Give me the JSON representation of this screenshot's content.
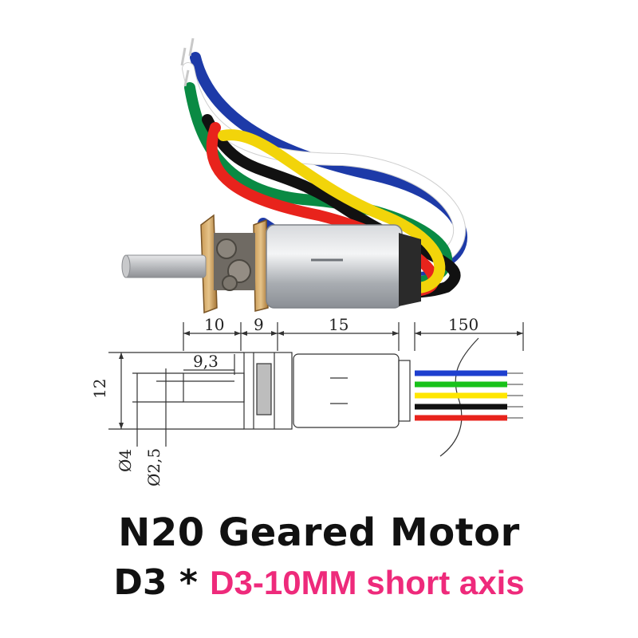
{
  "caption": {
    "title": "N20 Geared Motor",
    "prefix": "D3 * ",
    "highlight": "D3-10MM short axis",
    "highlight_color": "#ee2a7b"
  },
  "dimensions": {
    "shaft_length": "10",
    "gearbox_length": "9",
    "motor_length": "15",
    "cable_length": "150",
    "flat_length": "9,3",
    "height": "12",
    "shaft_diameter": "Ø4",
    "flat_diameter": "Ø2,5"
  },
  "wires": {
    "colors": [
      "#1e3fcf",
      "#18c21a",
      "#ffe600",
      "#111111",
      "#e8231c"
    ],
    "photo_colors": [
      "#1d3aa8",
      "#ffffff",
      "#0a8a43",
      "#111111",
      "#e8231c",
      "#f2d40a"
    ]
  }
}
